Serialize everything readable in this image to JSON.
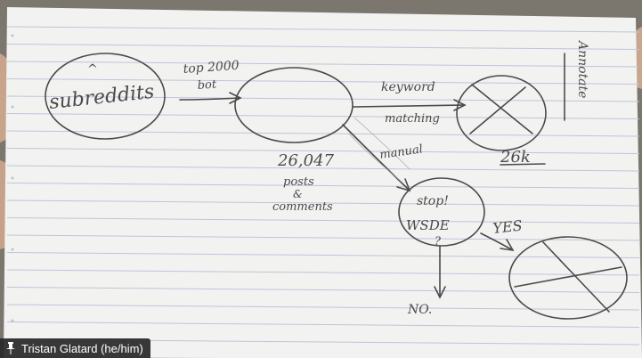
{
  "diagram": {
    "nodes": {
      "subreddits": "subreddits",
      "middle_count": "26,047",
      "middle_sub1": "posts",
      "middle_sub2": "&",
      "middle_sub3": "comments",
      "stop_line1": "stop!",
      "stop_line2": "WSDE",
      "stop_line3": "?",
      "result_count": "26k"
    },
    "edges": {
      "top2000_line1": "top 2000",
      "top2000_line2": "bot",
      "topic_line1": "keyword",
      "topic_line2": "matching",
      "manual": "manual",
      "yes": "YES",
      "no": "NO."
    },
    "margin_note": "Annotate"
  },
  "participant": {
    "name": "Tristan Glatard (he/him)"
  },
  "colors": {
    "paper": "#f3f3f1",
    "ink": "#4a4a4a",
    "rule": "#b9c4d8",
    "margin": "#d8a6a6"
  }
}
